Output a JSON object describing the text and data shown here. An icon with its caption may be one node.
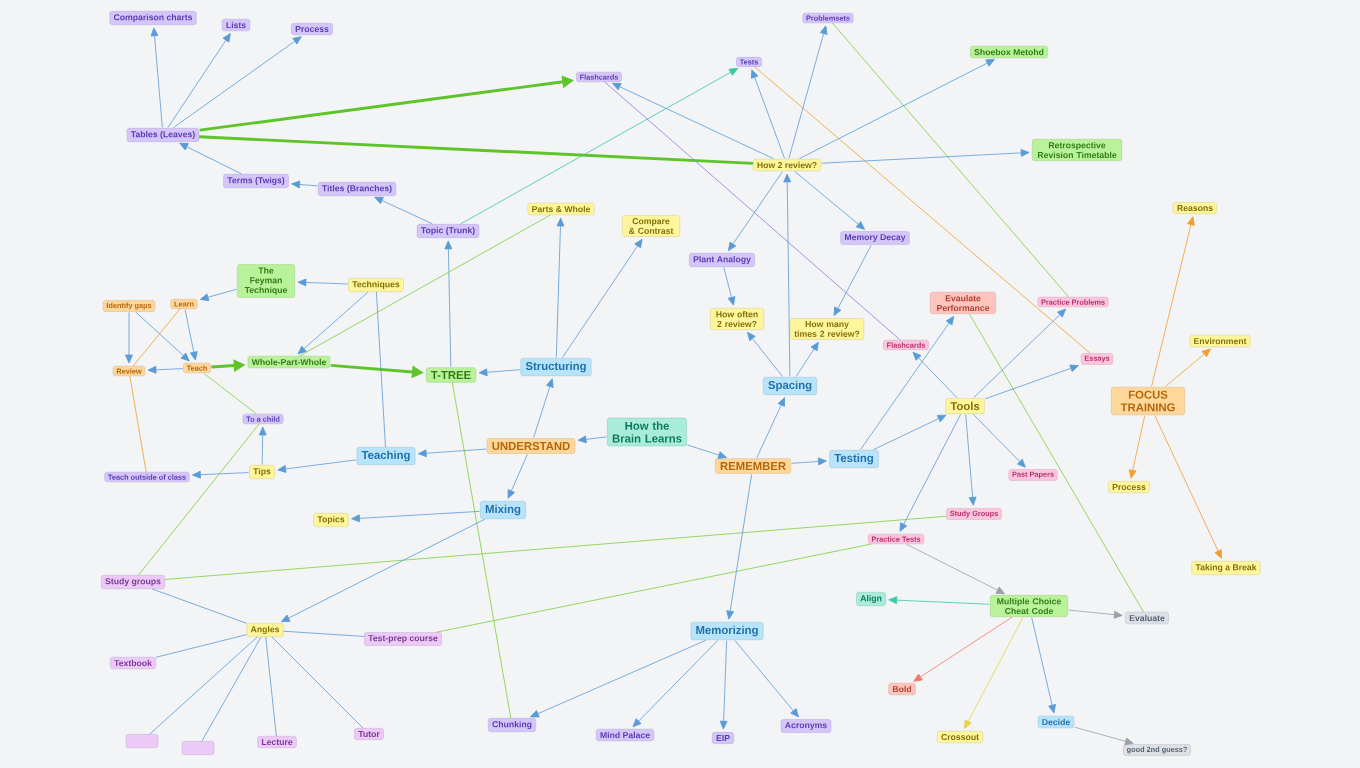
{
  "diagram": {
    "nodes": [
      {
        "text": [
          "How the Brain Learns"
        ]
      },
      {
        "text": [
          "UNDERSTAND"
        ]
      },
      {
        "text": [
          "REMEMBER"
        ]
      },
      {
        "text": [
          "Structuring"
        ]
      },
      {
        "text": [
          "Teaching"
        ]
      },
      {
        "text": [
          "Mixing"
        ]
      },
      {
        "text": [
          "Spacing"
        ]
      },
      {
        "text": [
          "Testing"
        ]
      },
      {
        "text": [
          "Memorizing"
        ]
      },
      {
        "text": [
          "T-TREE"
        ]
      },
      {
        "text": [
          "Parts & Whole"
        ]
      },
      {
        "text": [
          "Compare & Contrast"
        ]
      },
      {
        "text": [
          "Topic (Trunk)"
        ]
      },
      {
        "text": [
          "Titles (Branches)"
        ]
      },
      {
        "text": [
          "Terms (Twigs)"
        ]
      },
      {
        "text": [
          "Tables (Leaves)"
        ]
      },
      {
        "text": [
          "Comparison charts"
        ]
      },
      {
        "text": [
          "Lists"
        ]
      },
      {
        "text": [
          "Process"
        ]
      },
      {
        "text": [
          "Whole-Part-Whole"
        ]
      },
      {
        "text": [
          "Teach"
        ]
      },
      {
        "text": [
          "Review"
        ]
      },
      {
        "text": [
          "Identify gaps"
        ]
      },
      {
        "text": [
          "Learn"
        ]
      },
      {
        "text": [
          "The Feyman Technique"
        ]
      },
      {
        "text": [
          "Techniques"
        ]
      },
      {
        "text": [
          "Tips"
        ]
      },
      {
        "text": [
          "To a child"
        ]
      },
      {
        "text": [
          "Teach outside of class"
        ]
      },
      {
        "text": [
          "Topics"
        ]
      },
      {
        "text": [
          "Study groups"
        ]
      },
      {
        "text": [
          "Angles"
        ]
      },
      {
        "text": [
          "Test-prep course"
        ]
      },
      {
        "text": [
          "Textbook"
        ]
      },
      {
        "text": [],
        "shape": "box"
      },
      {
        "text": [],
        "shape": "box"
      },
      {
        "text": [
          "Lecture"
        ]
      },
      {
        "text": [
          "Tutor"
        ]
      },
      {
        "text": [
          "Chunking"
        ]
      },
      {
        "text": [
          "Mind Palace"
        ]
      },
      {
        "text": [
          "EIP"
        ]
      },
      {
        "text": [
          "Acronyms"
        ]
      },
      {
        "text": [
          "How 2 review?"
        ]
      },
      {
        "text": [
          "Flashcards"
        ]
      },
      {
        "text": [
          "Tests"
        ]
      },
      {
        "text": [
          "Problemsets"
        ]
      },
      {
        "text": [
          "Shoebox Metohd"
        ]
      },
      {
        "text": [
          "Retrospective Revision Timetable"
        ]
      },
      {
        "text": [
          "Plant Analogy"
        ]
      },
      {
        "text": [
          "Memory Decay"
        ]
      },
      {
        "text": [
          "How often 2 review?"
        ]
      },
      {
        "text": [
          "How many times 2 review?"
        ]
      },
      {
        "text": [
          "Tools"
        ]
      },
      {
        "text": [
          "Evaulate Performance"
        ]
      },
      {
        "text": [
          "Flashcards"
        ]
      },
      {
        "text": [
          "Practice Problems"
        ]
      },
      {
        "text": [
          "Essays"
        ]
      },
      {
        "text": [
          "Past Papers"
        ]
      },
      {
        "text": [
          "Study Groups"
        ]
      },
      {
        "text": [
          "Practice Tests"
        ]
      },
      {
        "text": [
          "Multiple Choice Cheat Code"
        ]
      },
      {
        "text": [
          "Align"
        ]
      },
      {
        "text": [
          "Evaluate"
        ]
      },
      {
        "text": [
          "Bold"
        ]
      },
      {
        "text": [
          "Crossout"
        ]
      },
      {
        "text": [
          "Decide"
        ]
      },
      {
        "text": [
          "good 2nd guess?"
        ]
      },
      {
        "text": [
          "FOCUS TRAINING"
        ]
      },
      {
        "text": [
          "Reasons"
        ]
      },
      {
        "text": [
          "Environment"
        ]
      },
      {
        "text": [
          "Process"
        ]
      },
      {
        "text": [
          "Taking a Break"
        ]
      }
    ],
    "edges": [
      {
        "from": 0,
        "to": 1,
        "arrow": "to"
      },
      {
        "from": 0,
        "to": 2,
        "arrow": "to"
      },
      {
        "from": 1,
        "to": 3,
        "arrow": "to"
      },
      {
        "from": 1,
        "to": 4,
        "arrow": "to"
      },
      {
        "from": 1,
        "to": 5,
        "arrow": "to"
      },
      {
        "from": 3,
        "to": 9,
        "arrow": "to"
      },
      {
        "from": 3,
        "to": 10,
        "arrow": "to"
      },
      {
        "from": 3,
        "to": 11,
        "arrow": "to"
      },
      {
        "from": 9,
        "to": 12,
        "arrow": "to"
      },
      {
        "from": 12,
        "to": 13,
        "arrow": "to"
      },
      {
        "from": 13,
        "to": 14,
        "arrow": "to"
      },
      {
        "from": 14,
        "to": 15,
        "arrow": "to"
      },
      {
        "from": 15,
        "to": 16,
        "arrow": "to"
      },
      {
        "from": 15,
        "to": 17,
        "arrow": "to"
      },
      {
        "from": 15,
        "to": 18,
        "arrow": "to"
      },
      {
        "from": 19,
        "to": 9,
        "arrow": "to",
        "style": "thick",
        "color": "#5ec42a"
      },
      {
        "from": 20,
        "to": 19,
        "arrow": "to",
        "style": "thick",
        "color": "#5ec42a"
      },
      {
        "from": 15,
        "to": 43,
        "arrow": "to",
        "style": "thick",
        "color": "#5ec42a"
      },
      {
        "from": 15,
        "to": 42,
        "arrow": "none",
        "style": "thick",
        "color": "#5ec42a"
      },
      {
        "from": 19,
        "to": 10,
        "arrow": "none",
        "color": "#7ed13a"
      },
      {
        "from": 12,
        "to": 44,
        "arrow": "to",
        "color": "#3cc9a0"
      },
      {
        "from": 9,
        "to": 38,
        "arrow": "none",
        "color": "#7ed13a"
      },
      {
        "from": 20,
        "to": 27,
        "arrow": "none",
        "color": "#7ed13a"
      },
      {
        "from": 27,
        "to": 30,
        "arrow": "none",
        "color": "#7ed13a"
      },
      {
        "from": 30,
        "to": 58,
        "arrow": "none",
        "color": "#7ed13a"
      },
      {
        "from": 32,
        "to": 59,
        "arrow": "none",
        "color": "#7ed13a"
      },
      {
        "from": 45,
        "to": 55,
        "arrow": "none",
        "color": "#7ed13a"
      },
      {
        "from": 53,
        "to": 62,
        "arrow": "none",
        "color": "#7ed13a"
      },
      {
        "from": 44,
        "to": 56,
        "arrow": "none",
        "color": "#f0a030"
      },
      {
        "from": 43,
        "to": 54,
        "arrow": "none",
        "color": "#8f7be6"
      },
      {
        "from": 4,
        "to": 25,
        "arrow": "none"
      },
      {
        "from": 25,
        "to": 24,
        "arrow": "to"
      },
      {
        "from": 25,
        "to": 19,
        "arrow": "to"
      },
      {
        "from": 24,
        "to": 23,
        "arrow": "to"
      },
      {
        "from": 23,
        "to": 20,
        "arrow": "to"
      },
      {
        "from": 22,
        "to": 20,
        "arrow": "to"
      },
      {
        "from": 22,
        "to": 21,
        "arrow": "to"
      },
      {
        "from": 20,
        "to": 21,
        "arrow": "to"
      },
      {
        "from": 23,
        "to": 21,
        "arrow": "none",
        "color": "#f0a030"
      },
      {
        "from": 21,
        "to": 28,
        "arrow": "none",
        "color": "#f0a030"
      },
      {
        "from": 4,
        "to": 26,
        "arrow": "to"
      },
      {
        "from": 26,
        "to": 27,
        "arrow": "to"
      },
      {
        "from": 26,
        "to": 28,
        "arrow": "to"
      },
      {
        "from": 5,
        "to": 29,
        "arrow": "to"
      },
      {
        "from": 5,
        "to": 31,
        "arrow": "to"
      },
      {
        "from": 31,
        "to": 30,
        "arrow": "none"
      },
      {
        "from": 31,
        "to": 32,
        "arrow": "none"
      },
      {
        "from": 31,
        "to": 33,
        "arrow": "none"
      },
      {
        "from": 31,
        "to": 34,
        "arrow": "none"
      },
      {
        "from": 31,
        "to": 35,
        "arrow": "none"
      },
      {
        "from": 31,
        "to": 36,
        "arrow": "none"
      },
      {
        "from": 31,
        "to": 37,
        "arrow": "none"
      },
      {
        "from": 2,
        "to": 6,
        "arrow": "to"
      },
      {
        "from": 2,
        "to": 7,
        "arrow": "to"
      },
      {
        "from": 2,
        "to": 8,
        "arrow": "to"
      },
      {
        "from": 8,
        "to": 38,
        "arrow": "to"
      },
      {
        "from": 8,
        "to": 39,
        "arrow": "to"
      },
      {
        "from": 8,
        "to": 40,
        "arrow": "to"
      },
      {
        "from": 8,
        "to": 41,
        "arrow": "to"
      },
      {
        "from": 6,
        "to": 42,
        "arrow": "to"
      },
      {
        "from": 6,
        "to": 50,
        "arrow": "to"
      },
      {
        "from": 6,
        "to": 51,
        "arrow": "to"
      },
      {
        "from": 42,
        "to": 43,
        "arrow": "to"
      },
      {
        "from": 42,
        "to": 44,
        "arrow": "to"
      },
      {
        "from": 42,
        "to": 45,
        "arrow": "to"
      },
      {
        "from": 42,
        "to": 46,
        "arrow": "to"
      },
      {
        "from": 42,
        "to": 47,
        "arrow": "to"
      },
      {
        "from": 42,
        "to": 48,
        "arrow": "to"
      },
      {
        "from": 42,
        "to": 49,
        "arrow": "to"
      },
      {
        "from": 48,
        "to": 50,
        "arrow": "to"
      },
      {
        "from": 49,
        "to": 51,
        "arrow": "to"
      },
      {
        "from": 7,
        "to": 52,
        "arrow": "to"
      },
      {
        "from": 7,
        "to": 53,
        "arrow": "to"
      },
      {
        "from": 52,
        "to": 54,
        "arrow": "to"
      },
      {
        "from": 52,
        "to": 55,
        "arrow": "to"
      },
      {
        "from": 52,
        "to": 56,
        "arrow": "to"
      },
      {
        "from": 52,
        "to": 57,
        "arrow": "to"
      },
      {
        "from": 52,
        "to": 58,
        "arrow": "to"
      },
      {
        "from": 52,
        "to": 59,
        "arrow": "to"
      },
      {
        "from": 59,
        "to": 60,
        "arrow": "to",
        "color": "#9aa0aa"
      },
      {
        "from": 60,
        "to": 61,
        "arrow": "to",
        "color": "#3cc9a8"
      },
      {
        "from": 60,
        "to": 62,
        "arrow": "to",
        "color": "#9aa0aa"
      },
      {
        "from": 60,
        "to": 63,
        "arrow": "to",
        "color": "#f07a6a"
      },
      {
        "from": 60,
        "to": 64,
        "arrow": "to",
        "color": "#e6d44a"
      },
      {
        "from": 60,
        "to": 65,
        "arrow": "to"
      },
      {
        "from": 65,
        "to": 66,
        "arrow": "to",
        "color": "#9aa0aa"
      },
      {
        "from": 67,
        "to": 68,
        "arrow": "to",
        "color": "#f0a030"
      },
      {
        "from": 67,
        "to": 69,
        "arrow": "to",
        "color": "#f0a030"
      },
      {
        "from": 67,
        "to": 70,
        "arrow": "to",
        "color": "#f0a030"
      },
      {
        "from": 67,
        "to": 71,
        "arrow": "to",
        "color": "#f0a030"
      }
    ]
  }
}
